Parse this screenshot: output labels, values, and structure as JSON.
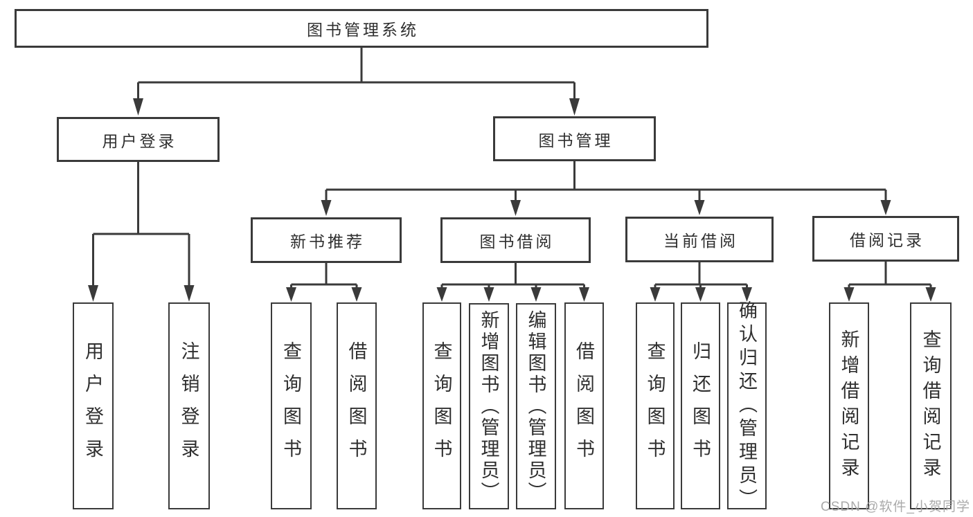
{
  "diagram": {
    "root": {
      "label": "图书管理系统"
    },
    "level2": [
      {
        "label": "用户登录"
      },
      {
        "label": "图书管理"
      }
    ],
    "level3": [
      {
        "label": "新书推荐",
        "parent": "图书管理"
      },
      {
        "label": "图书借阅",
        "parent": "图书管理"
      },
      {
        "label": "当前借阅",
        "parent": "图书管理"
      },
      {
        "label": "借阅记录",
        "parent": "图书管理"
      }
    ],
    "leaves": [
      {
        "label": "用户登录",
        "parent": "用户登录"
      },
      {
        "label": "注销登录",
        "parent": "用户登录"
      },
      {
        "label": "查询图书",
        "parent": "新书推荐"
      },
      {
        "label": "借阅图书",
        "parent": "新书推荐"
      },
      {
        "label": "查询图书",
        "parent": "图书借阅"
      },
      {
        "label": "新增图书（管理员）",
        "parent": "图书借阅"
      },
      {
        "label": "编辑图书（管理员）",
        "parent": "图书借阅"
      },
      {
        "label": "借阅图书",
        "parent": "图书借阅"
      },
      {
        "label": "查询图书",
        "parent": "当前借阅"
      },
      {
        "label": "归还图书",
        "parent": "当前借阅"
      },
      {
        "label": "确认归还（管理员）",
        "parent": "当前借阅"
      },
      {
        "label": "新增借阅记录",
        "parent": "借阅记录"
      },
      {
        "label": "查询借阅记录",
        "parent": "借阅记录"
      }
    ],
    "watermark": "CSDN @软件_小贺同学",
    "colors": {
      "line": "#3a3a3a",
      "text": "#2f2f2f",
      "watermark": "#a5a5a5",
      "background": "#ffffff"
    }
  }
}
